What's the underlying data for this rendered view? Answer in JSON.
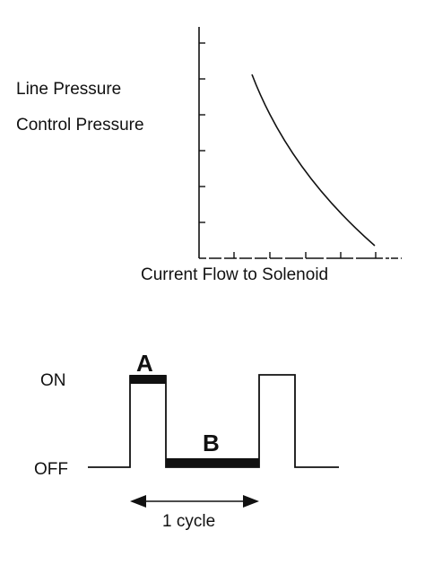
{
  "pressure_graph": {
    "y_labels": [
      "Line Pressure",
      "Control Pressure"
    ],
    "x_label": "Current Flow to Solenoid",
    "curve_trend": "decreasing",
    "y_ticks_count": 6,
    "x_ticks_count": 5
  },
  "duty_cycle": {
    "on_label": "ON",
    "off_label": "OFF",
    "marker_a": "A",
    "marker_b": "B",
    "cycle_label": "1 cycle"
  },
  "colors": {
    "ink": "#111111",
    "background": "#ffffff"
  }
}
